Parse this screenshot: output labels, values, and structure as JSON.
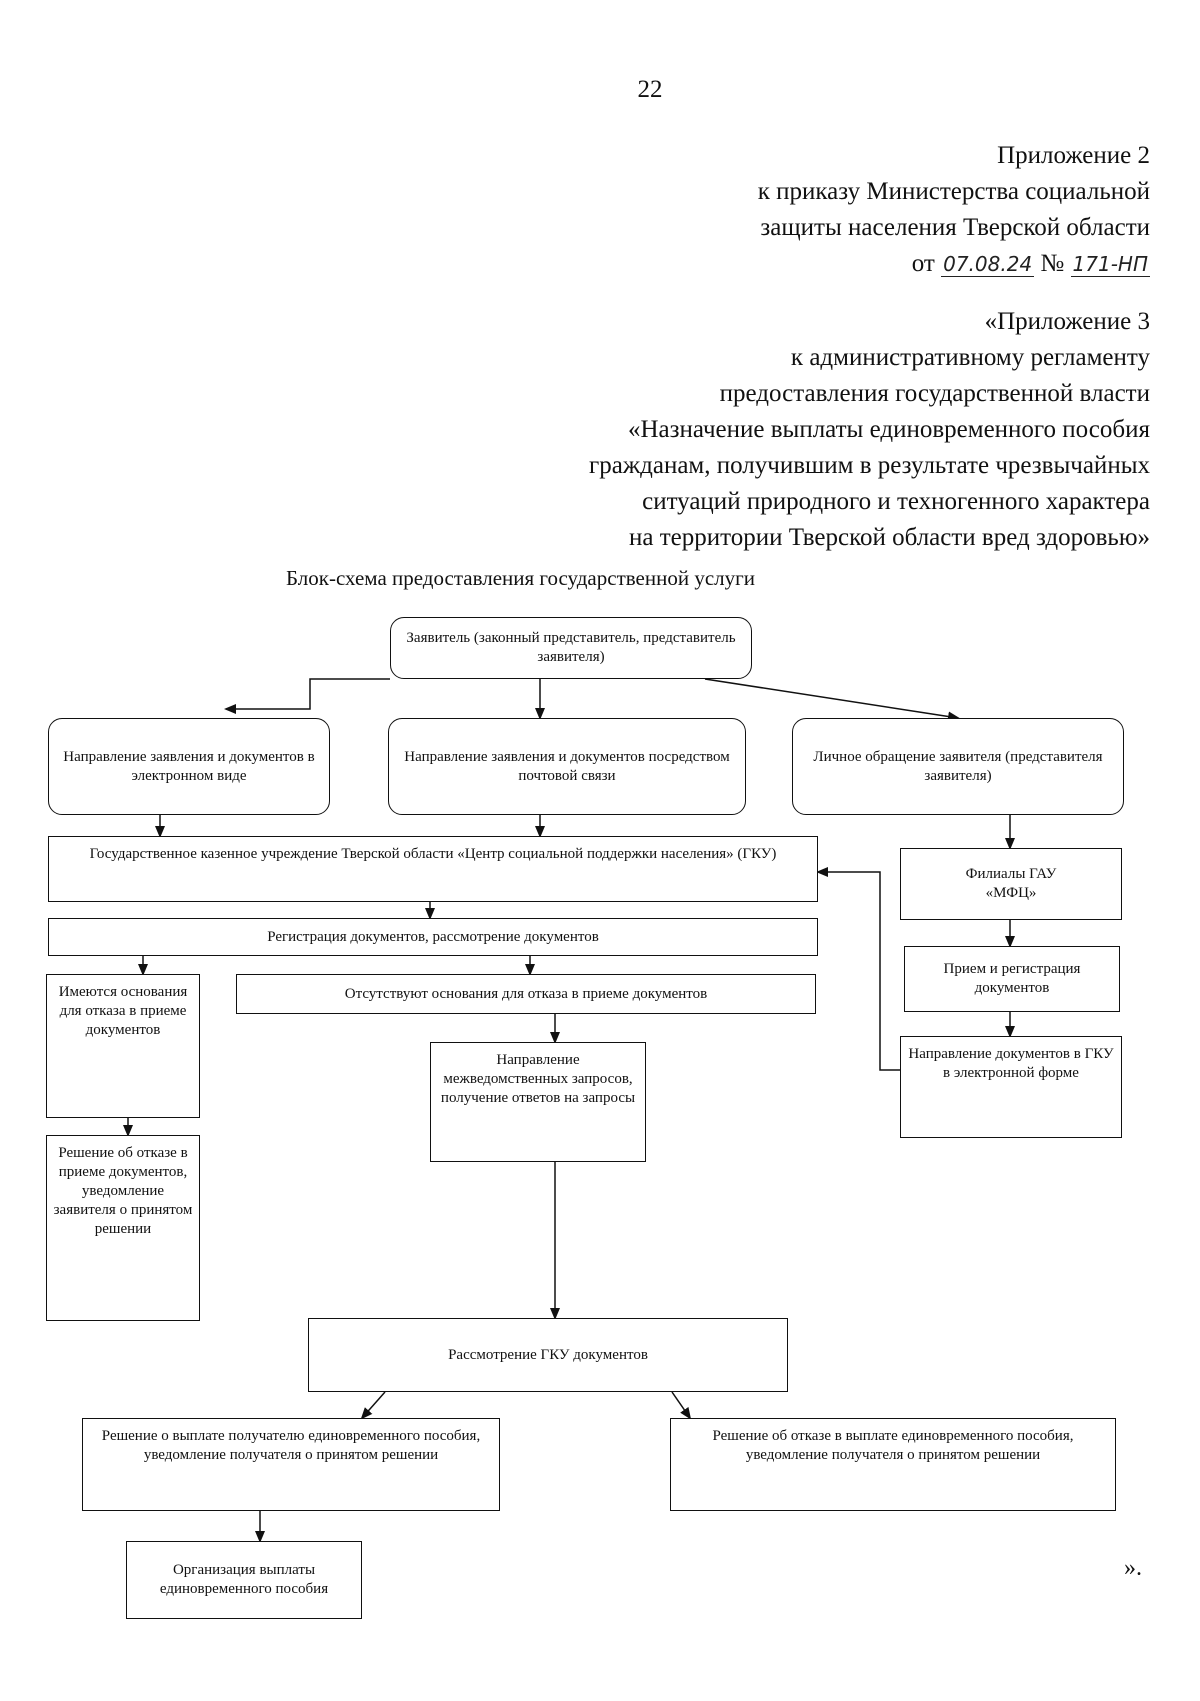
{
  "page_number": "22",
  "header": {
    "lines": [
      "Приложение 2",
      "к приказу Министерства социальной",
      "защиты населения Тверской области"
    ],
    "date_prefix": "от",
    "date_handwritten": "07.08.24",
    "number_sign": "№",
    "number_handwritten": "171-НП"
  },
  "annex": {
    "lines": [
      "«Приложение 3",
      "к административному регламенту",
      "предоставления государственной власти",
      "«Назначение выплаты единовременного пособия",
      "гражданам, получившим в результате чрезвычайных",
      "ситуаций природного и техногенного характера",
      "на территории Тверской области вред здоровью»"
    ]
  },
  "scheme_title": "Блок-схема предоставления государственной услуги",
  "boxes": {
    "applicant": "Заявитель (законный представитель, представитель заявителя)",
    "electronic": "Направление заявления и документов в электронном виде",
    "postal": "Направление заявления и документов посредством почтовой связи",
    "personal": "Личное обращение заявителя (представителя заявителя)",
    "gku": "Государственное казенное учреждение Тверской области «Центр социальной поддержки населения» (ГКУ)",
    "mfc": "Филиалы ГАУ «МФЦ»",
    "registration": "Регистрация документов, рассмотрение документов",
    "mfc_reception": "Прием и регистрация документов",
    "grounds_exist": "Имеются основания для отказа в приеме документов",
    "no_grounds": "Отсутствуют основания для отказа в приеме документов",
    "interagency": "Направление межведомственных запросов, получение ответов на запросы",
    "mfc_send": "Направление документов в ГКУ в электронной форме",
    "refusal_reception": "Решение об отказе в приеме документов, уведомление заявителя о принятом решении",
    "review": "Рассмотрение ГКУ документов",
    "payment_decision": "Решение о выплате получателю единовременного пособия, уведомление получателя о принятом решении",
    "payment_refusal": "Решение об отказе в выплате единовременного пособия, уведомление получателя о принятом решении",
    "payment_org": "Организация выплаты единовременного пособия"
  },
  "closing": "»."
}
